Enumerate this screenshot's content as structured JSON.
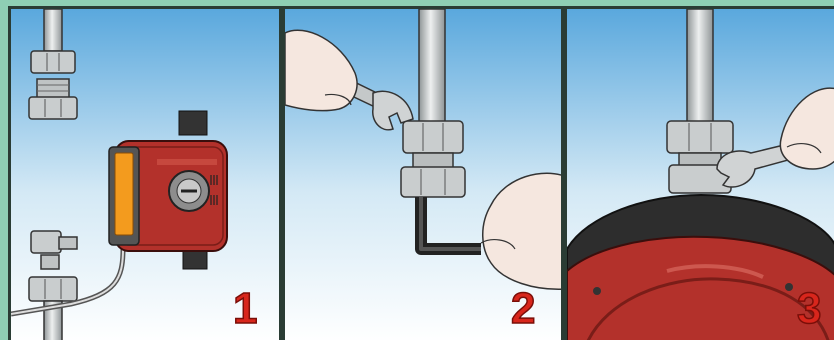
{
  "steps": [
    {
      "number": "1"
    },
    {
      "number": "2"
    },
    {
      "number": "3"
    }
  ],
  "colors": {
    "background": "#8fcfb4",
    "sky_top": "#5aa8dd",
    "sky_bottom": "#ffffff",
    "pump_red": "#b3312b",
    "pipe_gray": "#c8cccd",
    "step_number": "#d8261c",
    "skin": "#f5e7df",
    "frame_border": "#2a3c34"
  },
  "icons": {
    "panel_1": "pump-disconnected-icon",
    "panel_2": "wrench-and-hex-key-icon",
    "panel_3": "wrench-tightening-pump-icon"
  }
}
